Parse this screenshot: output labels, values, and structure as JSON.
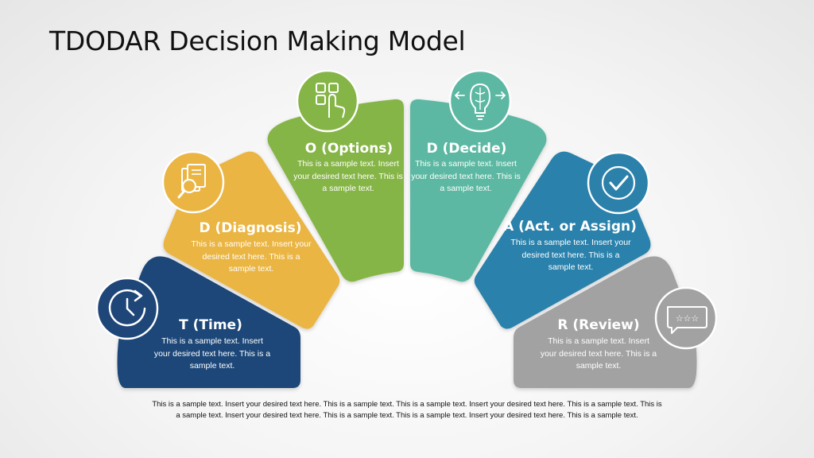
{
  "title": "TDODAR Decision Making Model",
  "segments": [
    {
      "heading": "T (Time)",
      "body": "This is a sample text. Insert your desired text here. This is a sample text.",
      "color": "#1f4678",
      "icon": "clock-icon"
    },
    {
      "heading": "D (Diagnosis)",
      "body": "This is a sample text. Insert your desired text here. This is a sample text.",
      "color": "#eab543",
      "icon": "document-search-icon"
    },
    {
      "heading": "O (Options)",
      "body": "This is a sample text. Insert your desired text here. This is a sample text.",
      "color": "#86b547",
      "icon": "touch-options-icon"
    },
    {
      "heading": "D (Decide)",
      "body": "This is a sample text. Insert your desired text here. This is a sample text.",
      "color": "#5cb8a2",
      "icon": "brain-bulb-icon"
    },
    {
      "heading": "A (Act. or Assign)",
      "body": "This is a sample text. Insert your desired text here. This is a sample text.",
      "color": "#2c81ab",
      "icon": "checkmark-icon"
    },
    {
      "heading": "R (Review)",
      "body": "This is a sample text. Insert your desired text here. This is a sample text.",
      "color": "#a2a2a2",
      "icon": "rating-stars-icon"
    }
  ],
  "footer": "This is a sample text. Insert your desired text here. This is a sample text. This is a sample text. Insert your desired text here. This is a sample text. This is a sample text. Insert your desired text here. This is a sample text. This is a sample text. Insert your desired text here. This is a sample text."
}
